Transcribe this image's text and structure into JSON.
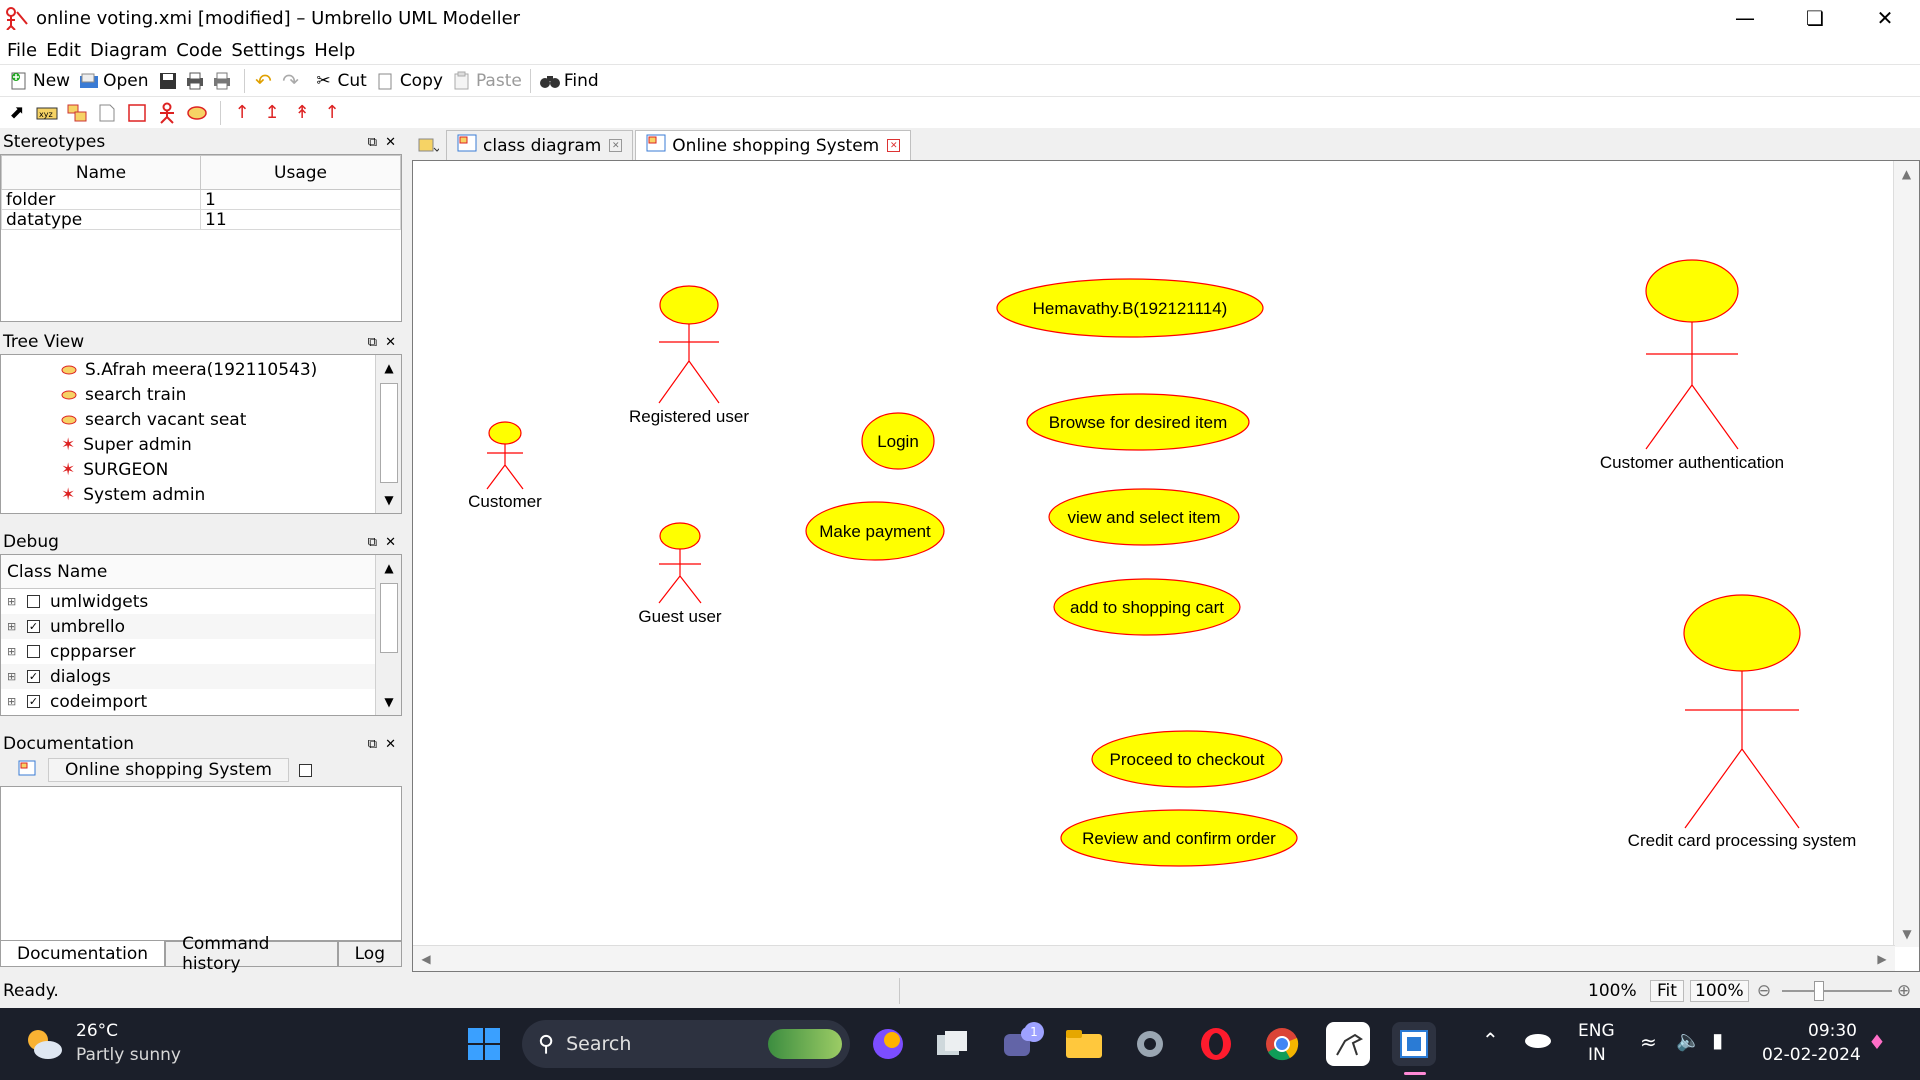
{
  "window": {
    "title": "online voting.xmi [modified] – Umbrello UML Modeller",
    "controls": [
      "minimize",
      "restore",
      "close"
    ]
  },
  "menu": [
    "File",
    "Edit",
    "Diagram",
    "Code",
    "Settings",
    "Help"
  ],
  "toolbar": {
    "new": "New",
    "open": "Open",
    "cut": "Cut",
    "copy": "Copy",
    "paste": "Paste",
    "find": "Find"
  },
  "stereotypes": {
    "title": "Stereotypes",
    "columns": [
      "Name",
      "Usage"
    ],
    "rows": [
      {
        "name": "folder",
        "usage": "1"
      },
      {
        "name": "datatype",
        "usage": "11"
      }
    ]
  },
  "tree_view": {
    "title": "Tree View",
    "items": [
      {
        "label": "S.Afrah meera(192110543)",
        "icon": "usecase-icon"
      },
      {
        "label": "search train",
        "icon": "usecase-icon"
      },
      {
        "label": "search vacant seat",
        "icon": "usecase-icon"
      },
      {
        "label": "Super admin",
        "icon": "actor-icon"
      },
      {
        "label": "SURGEON",
        "icon": "actor-icon"
      },
      {
        "label": "System admin",
        "icon": "actor-icon"
      }
    ]
  },
  "debug": {
    "title": "Debug",
    "column": "Class Name",
    "items": [
      {
        "label": "umlwidgets",
        "checked": false
      },
      {
        "label": "umbrello",
        "checked": true
      },
      {
        "label": "cppparser",
        "checked": false
      },
      {
        "label": "dialogs",
        "checked": true
      },
      {
        "label": "codeimport",
        "checked": true
      }
    ]
  },
  "documentation": {
    "title": "Documentation",
    "diagram_name": "Online shopping System",
    "tabs": [
      "Documentation",
      "Command history",
      "Log"
    ]
  },
  "tabs": [
    {
      "label": "class diagram",
      "active": false
    },
    {
      "label": "Online shopping System",
      "active": true
    }
  ],
  "diagram": {
    "actors": {
      "customer": "Customer",
      "registered": "Registered user",
      "guest": "Guest user",
      "cust_auth": "Customer authentication",
      "credit": "Credit card processing system"
    },
    "usecases": {
      "name": "Hemavathy.B(192121114)",
      "login": "Login",
      "payment": "Make payment",
      "browse": "Browse for desired item",
      "view": "view and select item",
      "cart": "add to shopping cart",
      "checkout": "Proceed to checkout",
      "review": "Review and confirm order"
    },
    "colors": {
      "fill": "#ffff00",
      "line": "#ff0000"
    }
  },
  "status": {
    "text": "Ready.",
    "zoom": "100%",
    "fit": "Fit",
    "zoom2": "100%"
  },
  "taskbar": {
    "weather_temp": "26°C",
    "weather_desc": "Partly sunny",
    "search": "Search",
    "badge": "1",
    "lang1": "ENG",
    "lang2": "IN",
    "time": "09:30",
    "date": "02-02-2024"
  }
}
